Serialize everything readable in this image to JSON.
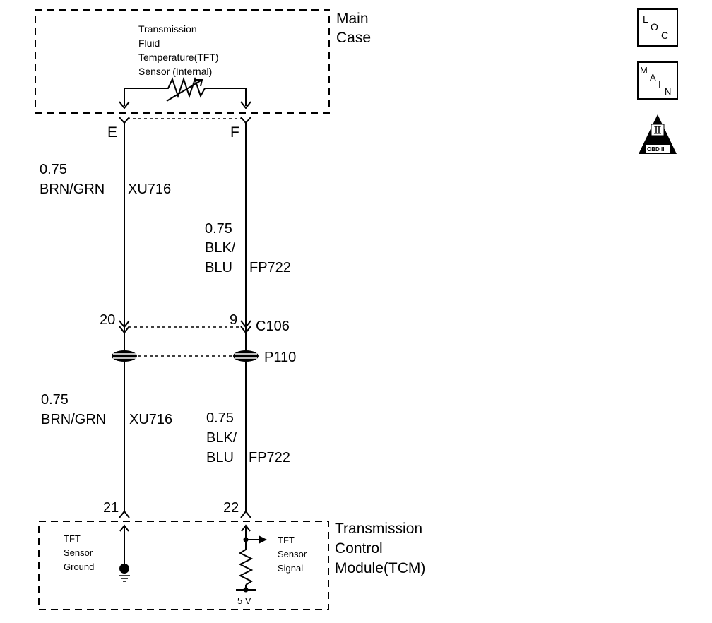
{
  "main_case": {
    "label_line1": "Main",
    "label_line2": "Case",
    "sensor_label": [
      "Transmission",
      "Fluid",
      "Temperature(TFT)",
      "Sensor (Internal)"
    ],
    "pin_left": "E",
    "pin_right": "F"
  },
  "wires": {
    "upper_left": {
      "gauge": "0.75",
      "color": "BRN/GRN",
      "circuit": "XU716"
    },
    "upper_right": {
      "gauge": "0.75",
      "color_line1": "BLK/",
      "color_line2": "BLU",
      "circuit": "FP722"
    },
    "lower_left": {
      "gauge": "0.75",
      "color": "BRN/GRN",
      "circuit": "XU716"
    },
    "lower_right": {
      "gauge": "0.75",
      "color_line1": "BLK/",
      "color_line2": "BLU",
      "circuit": "FP722"
    }
  },
  "connectors": {
    "c106": {
      "name": "C106",
      "pin_left": "20",
      "pin_right": "9"
    },
    "p110": {
      "name": "P110"
    }
  },
  "tcm": {
    "label_line1": "Transmission",
    "label_line2": "Control",
    "label_line3": "Module(TCM)",
    "pin_left": "21",
    "pin_right": "22",
    "ground_label": [
      "TFT",
      "Sensor",
      "Ground"
    ],
    "signal_label": [
      "TFT",
      "Sensor",
      "Signal"
    ],
    "supply": "5 V"
  },
  "icons": {
    "loc": "loc-icon",
    "main": "main-icon",
    "obd": "obd-ii-icon",
    "obd_text": "OBD II"
  }
}
